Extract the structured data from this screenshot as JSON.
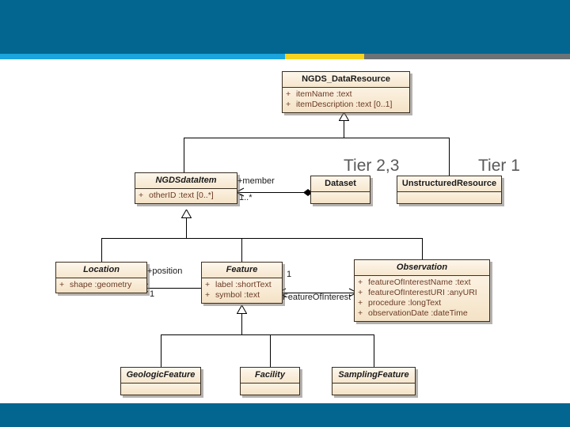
{
  "slide": {
    "background_color": "#ffffff",
    "banner_color": "#026690",
    "accent_colors": {
      "cyan": "#1ba4dd",
      "yellow": "#f5d320",
      "gray": "#6c7377"
    },
    "class_fill": "#fbf0dd",
    "class_border": "#3a2f22",
    "attribute_text_color": "#6a3a25"
  },
  "tiers": {
    "left": "Tier 2,3",
    "right": "Tier 1"
  },
  "classes": {
    "ngds_data_resource": {
      "name": "NGDS_DataResource",
      "abstract": false,
      "attributes": [
        {
          "visibility": "+",
          "text": "itemName  :text"
        },
        {
          "visibility": "+",
          "text": "itemDescription  :text [0..1]"
        }
      ]
    },
    "ngds_data_item": {
      "name": "NGDSdataItem",
      "abstract": true,
      "attributes": [
        {
          "visibility": "+",
          "text": "otherID  :text [0..*]"
        }
      ]
    },
    "dataset": {
      "name": "Dataset",
      "abstract": false,
      "attributes": []
    },
    "unstructured_resource": {
      "name": "UnstructuredResource",
      "abstract": false,
      "attributes": []
    },
    "location": {
      "name": "Location",
      "abstract": true,
      "attributes": [
        {
          "visibility": "+",
          "text": "shape  :geometry"
        }
      ]
    },
    "feature": {
      "name": "Feature",
      "abstract": true,
      "attributes": [
        {
          "visibility": "+",
          "text": "label  :shortText"
        },
        {
          "visibility": "+",
          "text": "symbol  :text"
        }
      ]
    },
    "observation": {
      "name": "Observation",
      "abstract": true,
      "attributes": [
        {
          "visibility": "+",
          "text": "featureOfInterestName  :text"
        },
        {
          "visibility": "+",
          "text": "featureOfInterestURI  :anyURI"
        },
        {
          "visibility": "+",
          "text": "procedure  :longText"
        },
        {
          "visibility": "+",
          "text": "observationDate  :dateTime"
        }
      ]
    },
    "geologic_feature": {
      "name": "GeologicFeature",
      "abstract": true,
      "attributes": []
    },
    "facility": {
      "name": "Facility",
      "abstract": true,
      "attributes": []
    },
    "sampling_feature": {
      "name": "SamplingFeature",
      "abstract": true,
      "attributes": []
    }
  },
  "associations": {
    "member_role": "+member",
    "member_multiplicity": "1..*",
    "position_role": "+position",
    "position_multiplicity": "1",
    "feature_of_interest_name": "FeatureOfInterest",
    "feature_of_interest_multiplicity": "1"
  }
}
